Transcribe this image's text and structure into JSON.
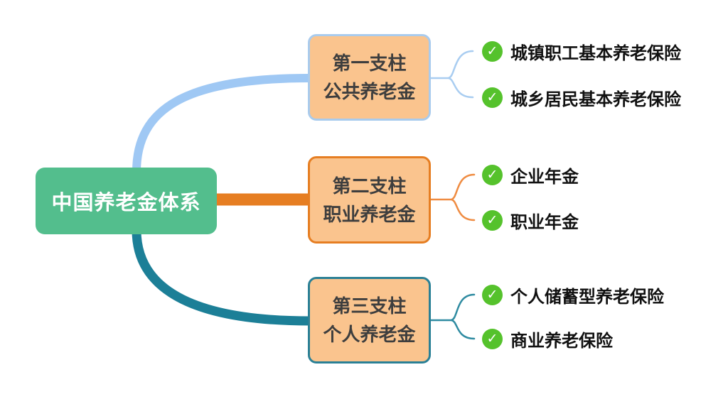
{
  "root": {
    "label": "中国养老金体系"
  },
  "branches": [
    {
      "title_line1": "第一支柱",
      "title_line2": "公共养老金",
      "children": [
        {
          "label": "城镇职工基本养老保险"
        },
        {
          "label": "城乡居民基本养老保险"
        }
      ]
    },
    {
      "title_line1": "第二支柱",
      "title_line2": "职业养老金",
      "children": [
        {
          "label": "企业年金"
        },
        {
          "label": "职业年金"
        }
      ]
    },
    {
      "title_line1": "第三支柱",
      "title_line2": "个人养老金",
      "children": [
        {
          "label": "个人储蓄型养老保险"
        },
        {
          "label": "商业养老保险"
        }
      ]
    }
  ],
  "icons": {
    "check": "✓"
  },
  "colors": {
    "background": "#FFFFFF",
    "root_fill": "#53BE8D",
    "root_text": "#FFFFFF",
    "node_fill": "#FAC48E",
    "node_text": "#3E3E3E",
    "child_text": "#111111",
    "check_green": "#55C22C",
    "branch1_connector": "#9FC8F4",
    "branch1_border": "#A9CBED",
    "branch1_fork": "#A9CDF1",
    "branch2_connector": "#E67E22",
    "branch2_border": "#E67E22",
    "branch2_fork": "#EF8C42",
    "branch3_connector": "#1C7F97",
    "branch3_border": "#2A8096",
    "branch3_fork": "#2F8BA1"
  }
}
